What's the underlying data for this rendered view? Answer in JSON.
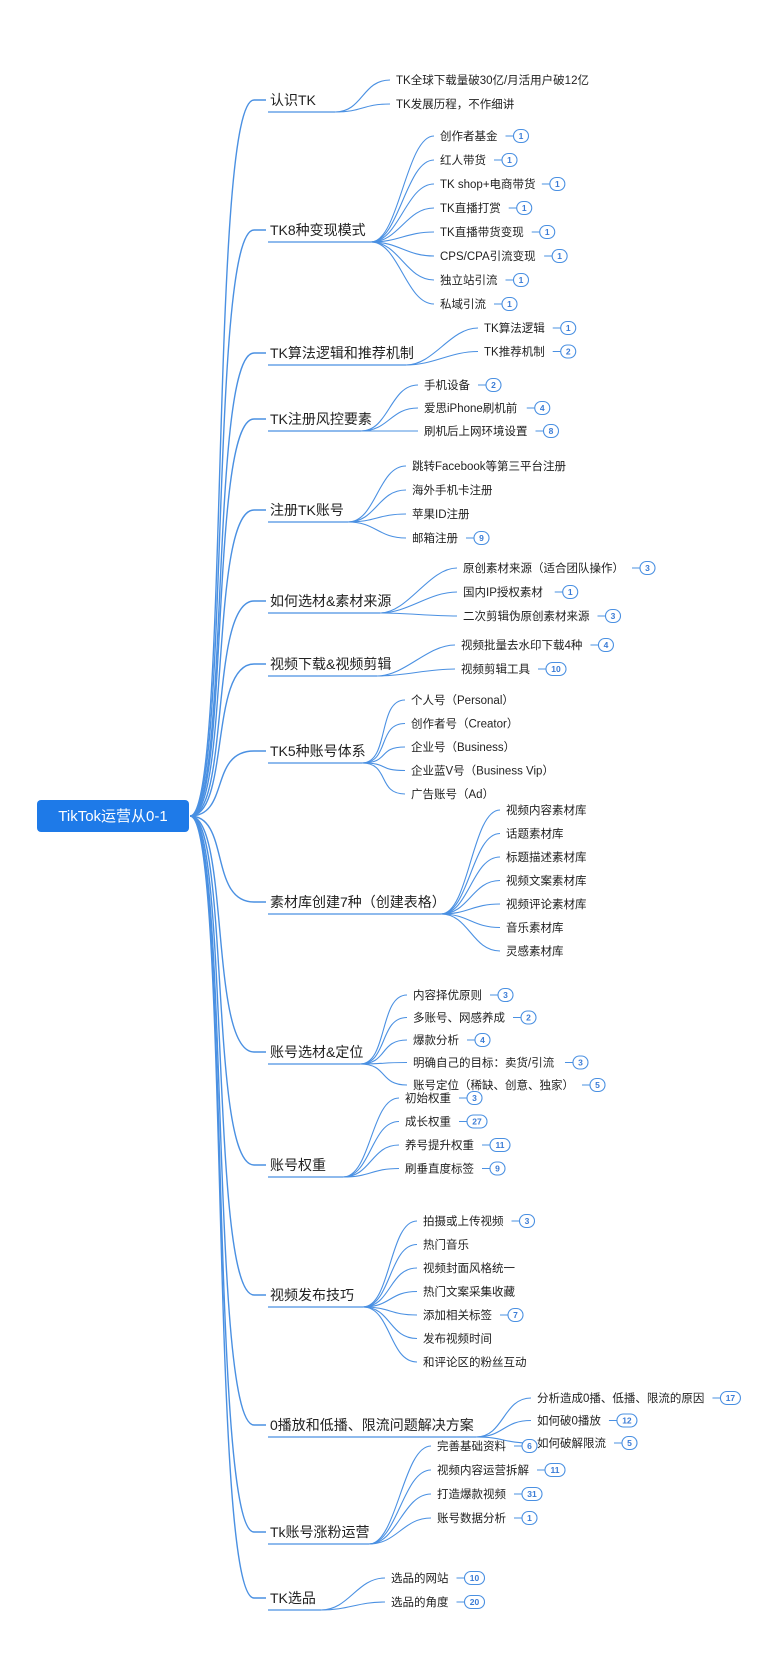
{
  "root": {
    "label": "TikTok运营从0-1"
  },
  "colors": {
    "line": "#4a90e2",
    "root_fill": "#1e7ae8",
    "badge_border": "#4a90e2"
  },
  "branches": [
    {
      "label": "认识TK",
      "children": [
        {
          "label": "TK全球下载量破30亿/月活用户破12亿"
        },
        {
          "label": "TK发展历程，不作细讲"
        }
      ]
    },
    {
      "label": "TK8种变现模式",
      "children": [
        {
          "label": "创作者基金",
          "badge": "1"
        },
        {
          "label": "红人带货",
          "badge": "1"
        },
        {
          "label": "TK shop+电商带货",
          "badge": "1"
        },
        {
          "label": "TK直播打赏",
          "badge": "1"
        },
        {
          "label": "TK直播带货变现",
          "badge": "1"
        },
        {
          "label": "CPS/CPA引流变现",
          "badge": "1"
        },
        {
          "label": "独立站引流",
          "badge": "1"
        },
        {
          "label": "私域引流",
          "badge": "1"
        }
      ]
    },
    {
      "label": "TK算法逻辑和推荐机制",
      "children": [
        {
          "label": "TK算法逻辑",
          "badge": "1"
        },
        {
          "label": "TK推荐机制",
          "badge": "2"
        }
      ]
    },
    {
      "label": "TK注册风控要素",
      "children": [
        {
          "label": "手机设备",
          "badge": "2"
        },
        {
          "label": "爱思iPhone刷机前",
          "badge": "4"
        },
        {
          "label": "刷机后上网环境设置",
          "badge": "8"
        }
      ]
    },
    {
      "label": "注册TK账号",
      "children": [
        {
          "label": "跳转Facebook等第三平台注册"
        },
        {
          "label": "海外手机卡注册"
        },
        {
          "label": "苹果ID注册"
        },
        {
          "label": "邮箱注册",
          "badge": "9"
        }
      ]
    },
    {
      "label": "如何选材&素材来源",
      "children": [
        {
          "label": "原创素材来源（适合团队操作）",
          "badge": "3"
        },
        {
          "label": "国内IP授权素材",
          "badge": "1"
        },
        {
          "label": "二次剪辑伪原创素材来源",
          "badge": "3"
        }
      ]
    },
    {
      "label": "视频下载&视频剪辑",
      "children": [
        {
          "label": "视频批量去水印下载4种",
          "badge": "4"
        },
        {
          "label": "视频剪辑工具",
          "badge": "10"
        }
      ]
    },
    {
      "label": "TK5种账号体系",
      "children": [
        {
          "label": "个人号（Personal）"
        },
        {
          "label": "创作者号（Creator）"
        },
        {
          "label": "企业号（Business）"
        },
        {
          "label": "企业蓝V号（Business Vip）"
        },
        {
          "label": "广告账号（Ad）"
        }
      ]
    },
    {
      "label": "素材库创建7种（创建表格）",
      "children": [
        {
          "label": "视频内容素材库"
        },
        {
          "label": "话题素材库"
        },
        {
          "label": "标题描述素材库"
        },
        {
          "label": "视频文案素材库"
        },
        {
          "label": "视频评论素材库"
        },
        {
          "label": "音乐素材库"
        },
        {
          "label": "灵感素材库"
        }
      ]
    },
    {
      "label": "账号选材&定位",
      "children": [
        {
          "label": "内容择优原则",
          "badge": "3"
        },
        {
          "label": "多账号、网感养成",
          "badge": "2"
        },
        {
          "label": "爆款分析",
          "badge": "4"
        },
        {
          "label": "明确自己的目标：卖货/引流",
          "badge": "3"
        },
        {
          "label": "账号定位（稀缺、创意、独家）",
          "badge": "5"
        }
      ]
    },
    {
      "label": "账号权重",
      "children": [
        {
          "label": "初始权重",
          "badge": "3"
        },
        {
          "label": "成长权重",
          "badge": "27"
        },
        {
          "label": "养号提升权重",
          "badge": "11"
        },
        {
          "label": "刷垂直度标签",
          "badge": "9"
        }
      ]
    },
    {
      "label": "视频发布技巧",
      "children": [
        {
          "label": "拍摄或上传视频",
          "badge": "3"
        },
        {
          "label": "热门音乐"
        },
        {
          "label": "视频封面风格统一"
        },
        {
          "label": "热门文案采集收藏"
        },
        {
          "label": "添加相关标签",
          "badge": "7"
        },
        {
          "label": "发布视频时间"
        },
        {
          "label": "和评论区的粉丝互动"
        }
      ]
    },
    {
      "label": "0播放和低播、限流问题解决方案",
      "children": [
        {
          "label": "分析造成0播、低播、限流的原因",
          "badge": "17"
        },
        {
          "label": "如何破0播放",
          "badge": "12"
        },
        {
          "label": "如何破解限流",
          "badge": "5"
        }
      ]
    },
    {
      "label": "Tk账号涨粉运营",
      "children": [
        {
          "label": "完善基础资料",
          "badge": "6"
        },
        {
          "label": "视频内容运营拆解",
          "badge": "11"
        },
        {
          "label": "打造爆款视频",
          "badge": "31"
        },
        {
          "label": "账号数据分析",
          "badge": "1"
        }
      ]
    },
    {
      "label": "TK选品",
      "children": [
        {
          "label": "选品的网站",
          "badge": "10"
        },
        {
          "label": "选品的角度",
          "badge": "20"
        }
      ]
    }
  ]
}
